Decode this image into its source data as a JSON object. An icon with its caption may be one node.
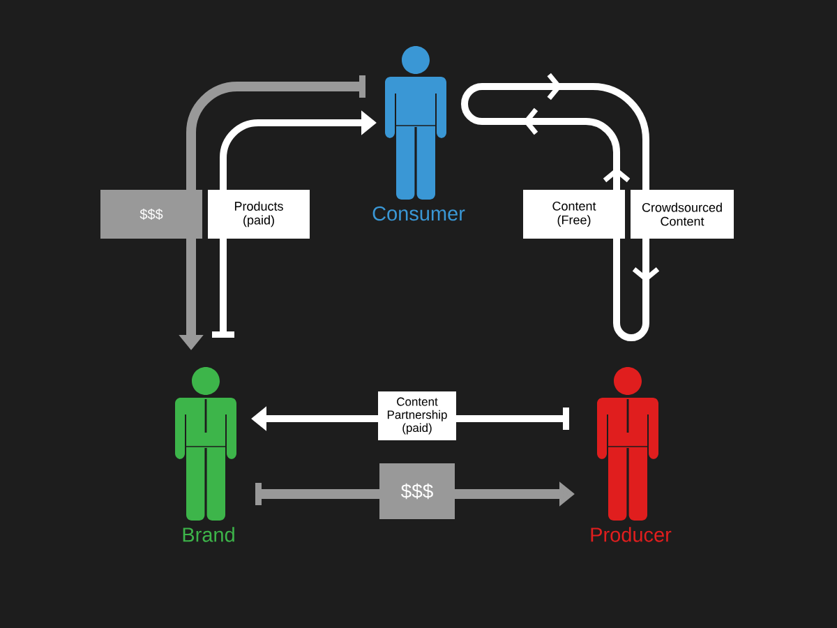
{
  "diagram": {
    "nodes": [
      {
        "text": [
          "Consumer"
        ]
      },
      {
        "text": [
          "Brand"
        ]
      },
      {
        "text": [
          "Producer"
        ]
      }
    ],
    "edges": [
      {
        "from": 0,
        "to": 1,
        "arrow": "to",
        "label": "$$$",
        "color": "#999999"
      },
      {
        "from": 1,
        "to": 0,
        "arrow": "to",
        "label": "Products (paid)"
      },
      {
        "from": 0,
        "to": 2,
        "arrow": "to",
        "label": "Crowdsourced Content"
      },
      {
        "from": 2,
        "to": 0,
        "arrow": "to",
        "label": "Content (Free)"
      },
      {
        "from": 2,
        "to": 1,
        "arrow": "to",
        "label": "Content Partnership (paid)"
      },
      {
        "from": 1,
        "to": 2,
        "arrow": "to",
        "label": "$$$",
        "color": "#999999"
      }
    ]
  }
}
